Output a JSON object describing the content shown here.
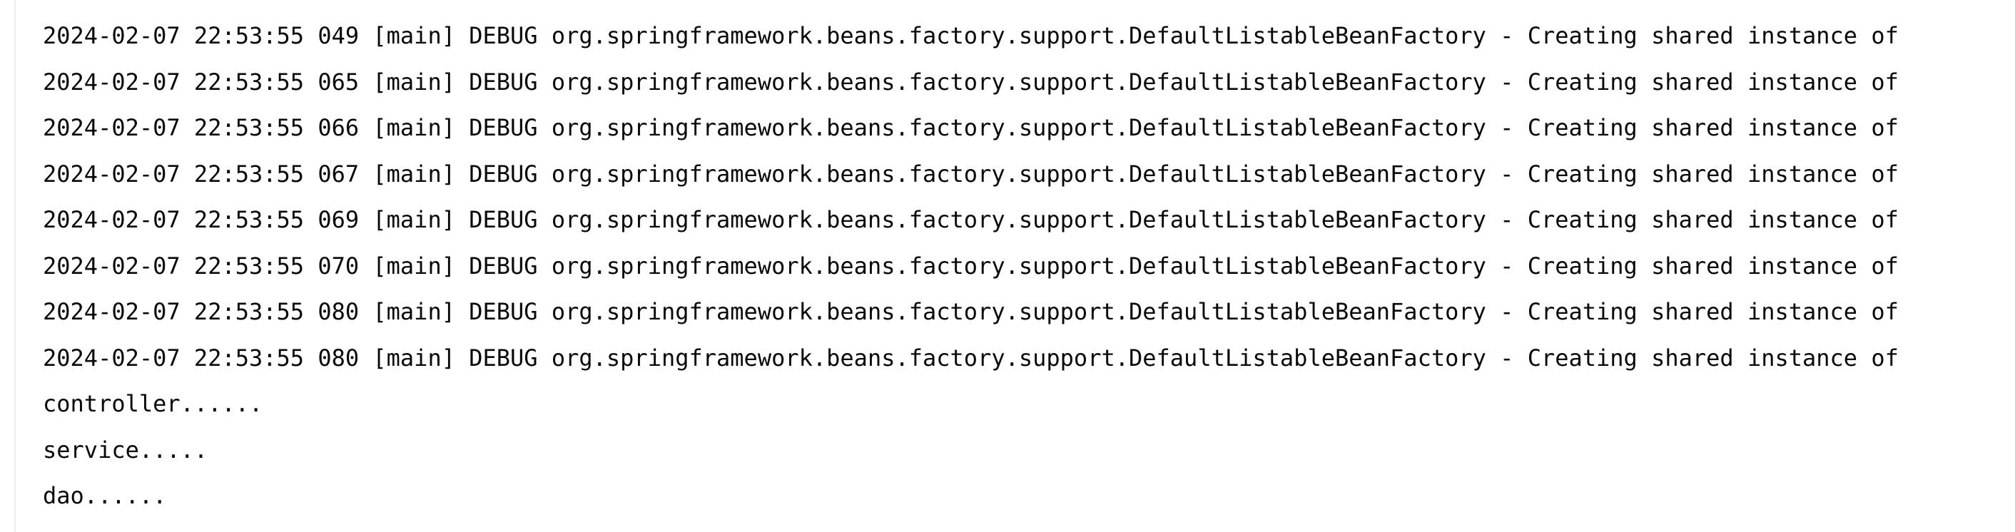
{
  "console": {
    "lines": [
      "2024-02-07 22:53:55 049 [main] DEBUG org.springframework.beans.factory.support.DefaultListableBeanFactory - Creating shared instance of",
      "2024-02-07 22:53:55 065 [main] DEBUG org.springframework.beans.factory.support.DefaultListableBeanFactory - Creating shared instance of",
      "2024-02-07 22:53:55 066 [main] DEBUG org.springframework.beans.factory.support.DefaultListableBeanFactory - Creating shared instance of",
      "2024-02-07 22:53:55 067 [main] DEBUG org.springframework.beans.factory.support.DefaultListableBeanFactory - Creating shared instance of",
      "2024-02-07 22:53:55 069 [main] DEBUG org.springframework.beans.factory.support.DefaultListableBeanFactory - Creating shared instance of",
      "2024-02-07 22:53:55 070 [main] DEBUG org.springframework.beans.factory.support.DefaultListableBeanFactory - Creating shared instance of",
      "2024-02-07 22:53:55 080 [main] DEBUG org.springframework.beans.factory.support.DefaultListableBeanFactory - Creating shared instance of",
      "2024-02-07 22:53:55 080 [main] DEBUG org.springframework.beans.factory.support.DefaultListableBeanFactory - Creating shared instance of",
      "controller......",
      "service.....",
      "dao......"
    ]
  }
}
